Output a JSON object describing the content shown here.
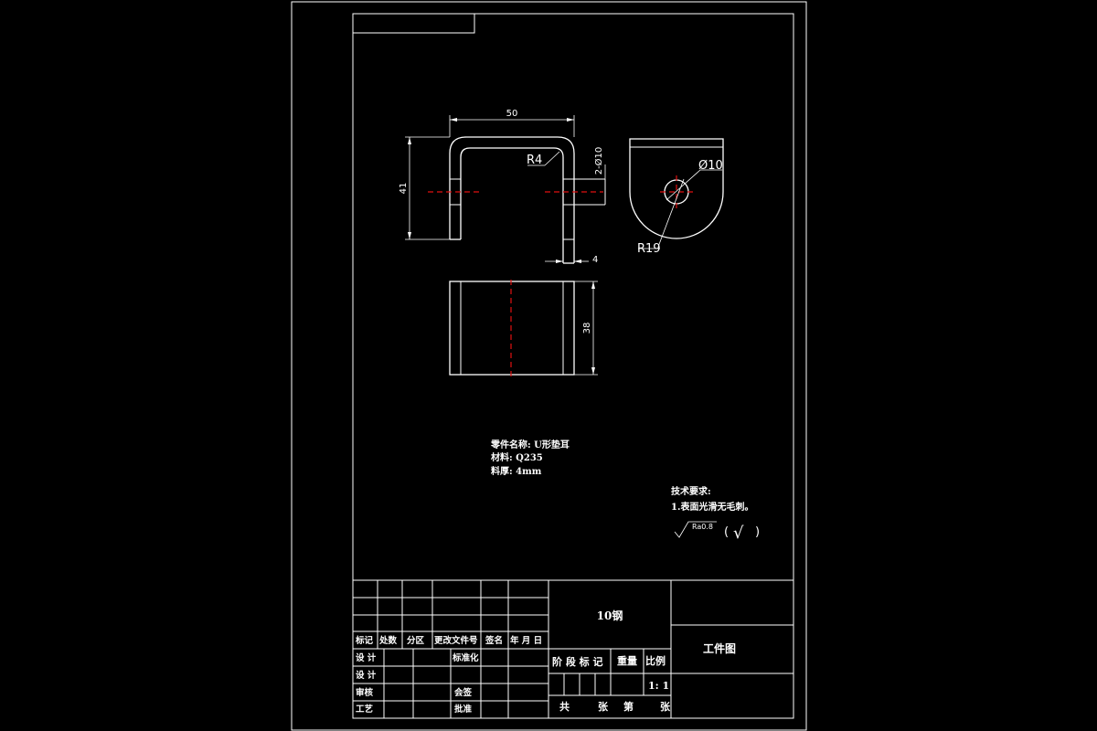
{
  "dimensions": {
    "width_50": "50",
    "height_41": "41",
    "radius_r4": "R4",
    "holes": "2-Ø10",
    "thickness_4": "4",
    "hole_dia": "Ø10",
    "radius_r19": "R19",
    "width_38": "38"
  },
  "part_info": {
    "name_line": "零件名称: U形垫耳",
    "material_line": "材料: Q235",
    "thickness_line": "料厚: 4mm"
  },
  "tech_req": {
    "title": "技术要求:",
    "item1": "1.表面光滑无毛刺。",
    "roughness": "Ra0.8",
    "check_open": "(",
    "check_mark": "√",
    "check_close": ")"
  },
  "title_block": {
    "h_mark": "标记",
    "h_count": "处数",
    "h_zone": "分区",
    "h_doc": "更改文件号",
    "h_sign": "签名",
    "h_date": "年 月 日",
    "r_design_lbl": "设 计",
    "r_std": "标准化",
    "r_draw": "设 计",
    "r_review": "审核",
    "r_craft": "工艺",
    "r_check": "会签",
    "r_approve": "批准",
    "material": "10钢",
    "stage": "阶 段 标 记",
    "weight": "重量",
    "scale_lbl": "比例",
    "scale_val": "1: 1",
    "sheets_total": "共",
    "sheets_unit": "张",
    "sheet_no": "第",
    "sheet_unit2": "张",
    "drawing_title": "工件图"
  }
}
